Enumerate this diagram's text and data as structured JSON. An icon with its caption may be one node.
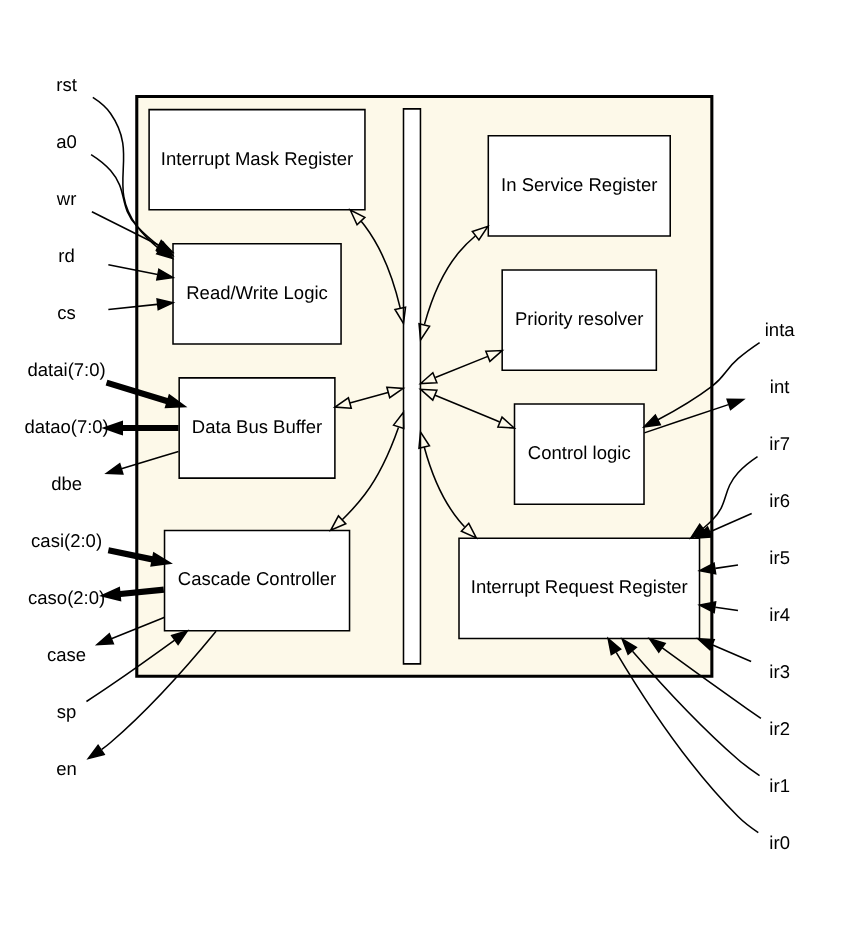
{
  "diagram": {
    "nodes": [
      {
        "text": [],
        "shape": "box"
      },
      {
        "text": [
          "Read/Write Logic"
        ],
        "in": 0
      },
      {
        "text": [
          "Control logic"
        ],
        "in": 0
      },
      {
        "text": [],
        "shape": "bar",
        "in": 0
      },
      {
        "text": [
          "Data Bus Buffer"
        ],
        "in": 0
      },
      {
        "text": [
          "Interrupt Request Register"
        ],
        "in": 0
      },
      {
        "text": [
          "Cascade Controller"
        ],
        "in": 0
      },
      {
        "text": [
          "Priority resolver"
        ],
        "in": 0
      },
      {
        "text": [
          "Interrupt Mask Register"
        ],
        "in": 0
      },
      {
        "text": [
          "In Service Register"
        ],
        "in": 0
      },
      {
        "text": [
          "rst"
        ]
      },
      {
        "text": [
          "a0"
        ]
      },
      {
        "text": [
          "wr"
        ]
      },
      {
        "text": [
          "rd"
        ]
      },
      {
        "text": [
          "cs"
        ]
      },
      {
        "text": [
          "datai(7:0)"
        ]
      },
      {
        "text": [
          "datao(7:0)"
        ]
      },
      {
        "text": [
          "dbe"
        ]
      },
      {
        "text": [
          "casi(2:0)"
        ]
      },
      {
        "text": [
          "caso(2:0)"
        ]
      },
      {
        "text": [
          "case"
        ]
      },
      {
        "text": [
          "sp"
        ]
      },
      {
        "text": [
          "en"
        ]
      },
      {
        "text": [
          "inta"
        ]
      },
      {
        "text": [
          "int"
        ]
      },
      {
        "text": [
          "ir7"
        ]
      },
      {
        "text": [
          "ir6"
        ]
      },
      {
        "text": [
          "ir5"
        ]
      },
      {
        "text": [
          "ir4"
        ]
      },
      {
        "text": [
          "ir3"
        ]
      },
      {
        "text": [
          "ir2"
        ]
      },
      {
        "text": [
          "ir1"
        ]
      },
      {
        "text": [
          "ir0"
        ]
      }
    ],
    "edges": [
      {
        "from": 10,
        "to": 1,
        "arrow": "to"
      },
      {
        "from": 11,
        "to": 1,
        "arrow": "to"
      },
      {
        "from": 12,
        "to": 1,
        "arrow": "to"
      },
      {
        "from": 13,
        "to": 1,
        "arrow": "to"
      },
      {
        "from": 14,
        "to": 1,
        "arrow": "to"
      },
      {
        "from": 15,
        "to": 4,
        "arrow": "to",
        "style": "thick"
      },
      {
        "from": 4,
        "to": 16,
        "arrow": "to",
        "style": "thick"
      },
      {
        "from": 4,
        "to": 17,
        "arrow": "to"
      },
      {
        "from": 18,
        "to": 6,
        "arrow": "to",
        "style": "thick"
      },
      {
        "from": 6,
        "to": 19,
        "arrow": "to",
        "style": "thick"
      },
      {
        "from": 6,
        "to": 20,
        "arrow": "to"
      },
      {
        "from": 21,
        "to": 6,
        "arrow": "to"
      },
      {
        "from": 6,
        "to": 22,
        "arrow": "to"
      },
      {
        "from": 23,
        "to": 2,
        "arrow": "to"
      },
      {
        "from": 2,
        "to": 24,
        "arrow": "to"
      },
      {
        "from": 25,
        "to": 5,
        "arrow": "to"
      },
      {
        "from": 26,
        "to": 5,
        "arrow": "to"
      },
      {
        "from": 27,
        "to": 5,
        "arrow": "to"
      },
      {
        "from": 28,
        "to": 5,
        "arrow": "to"
      },
      {
        "from": 29,
        "to": 5,
        "arrow": "to"
      },
      {
        "from": 30,
        "to": 5,
        "arrow": "to"
      },
      {
        "from": 31,
        "to": 5,
        "arrow": "to"
      },
      {
        "from": 32,
        "to": 5,
        "arrow": "to"
      },
      {
        "from": 4,
        "to": 3,
        "arrow": "both"
      },
      {
        "from": 6,
        "to": 3,
        "arrow": "both"
      },
      {
        "from": 8,
        "to": 3,
        "arrow": "both"
      },
      {
        "from": 3,
        "to": 2,
        "arrow": "both"
      },
      {
        "from": 3,
        "to": 5,
        "arrow": "both"
      },
      {
        "from": 3,
        "to": 7,
        "arrow": "both"
      },
      {
        "from": 3,
        "to": 9,
        "arrow": "both"
      }
    ]
  }
}
